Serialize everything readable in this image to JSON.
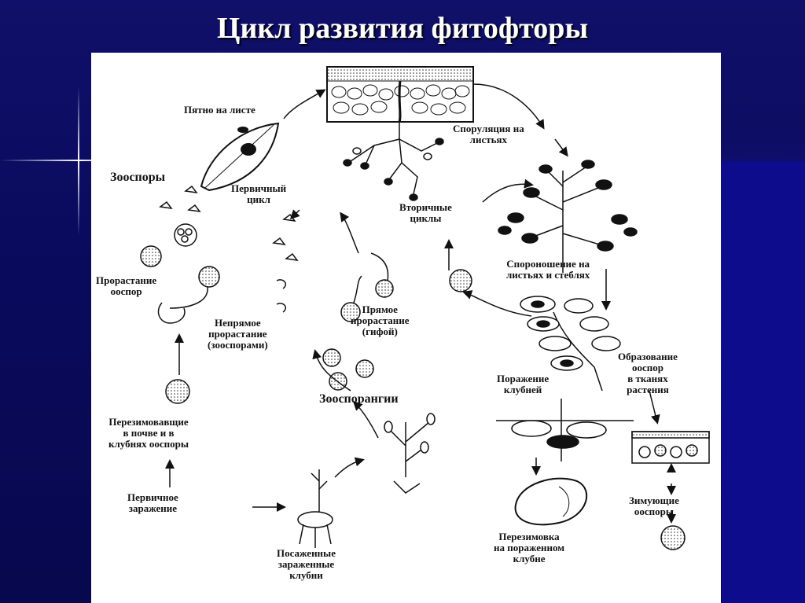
{
  "slide": {
    "title": "Цикл развития фитофторы"
  },
  "diagram": {
    "labels": {
      "spot_on_leaf": "Пятно на листе",
      "sporulation": "Спорyляция на\nлистьях",
      "zoospores": "Зооспоры",
      "primary_cycle": "Первичный\nцикл",
      "secondary_cycles": "Вторичные\nциклы",
      "sporulation_leaves_stems": "Спороношение на\nлистьях и стеблях",
      "oospore_germination": "Прорастание\nооспор",
      "indirect_germination": "Непрямое\nпрорастание\n(зооспорами)",
      "direct_germination": "Прямое\nпрорастание\n(гифой)",
      "tuber_infection": "Поражение\nклубней",
      "oospore_formation": "Образование\nооспор\nв тканях\nрастения",
      "zoosporangia": "Зооспорангии",
      "overwintered_oospores": "Перезимовавщие\nв почве и в\nклубнях ооспоры",
      "primary_infection": "Первичное\nзаражение",
      "planted_tubers": "Посаженные\nзараженные\nклубни",
      "overwintering_tuber": "Перезимовка\nна пораженном\nклубне",
      "wintering_oospores": "Зимующие\nооспоры"
    },
    "colors": {
      "background": "#0a0a5e",
      "panel": "#ffffff",
      "ink": "#111111"
    }
  }
}
